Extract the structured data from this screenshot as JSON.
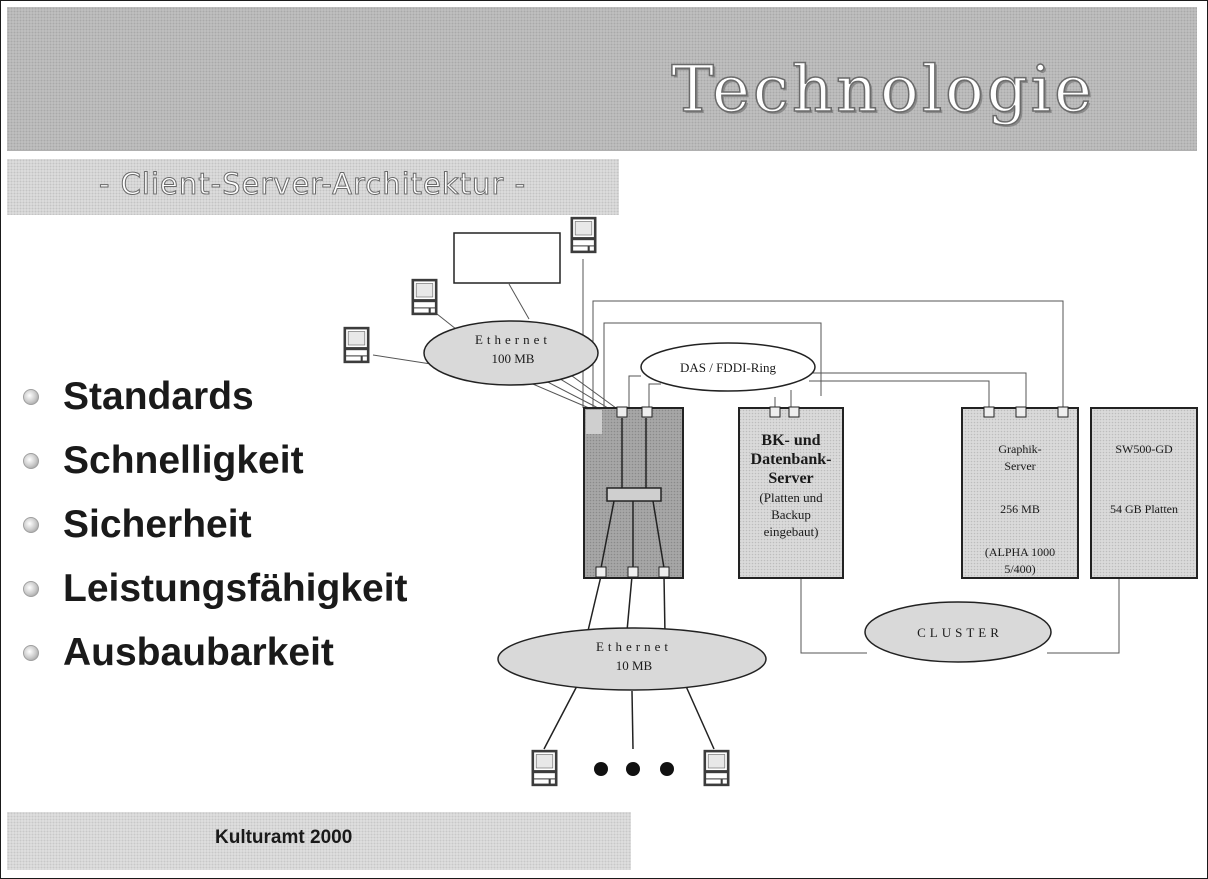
{
  "title": "Technologie",
  "subtitle": "- Client-Server-Architektur -",
  "bullets": [
    "Standards",
    "Schnelligkeit",
    "Sicherheit",
    "Leistungsfähigkeit",
    "Ausbaubarkeit"
  ],
  "footer": "Kulturamt 2000",
  "diagram": {
    "ethernet_top": {
      "name": "Ethernet",
      "speed": "100 MB"
    },
    "fddi_ring": "DAS / FDDI-Ring",
    "ethernet_bottom": {
      "name": "Ethernet",
      "speed": "10 MB"
    },
    "bk_server": {
      "title": [
        "BK- und",
        "Datenbank-",
        "Server"
      ],
      "detail": [
        "(Platten und",
        "Backup",
        "eingebaut)"
      ]
    },
    "graphik_server": {
      "lines": [
        "Graphik-",
        "Server",
        "256 MB",
        "(ALPHA 1000",
        "5/400)"
      ]
    },
    "storage": {
      "lines": [
        "SW500-GD",
        "54 GB Platten"
      ]
    },
    "cluster": "CLUSTER"
  }
}
